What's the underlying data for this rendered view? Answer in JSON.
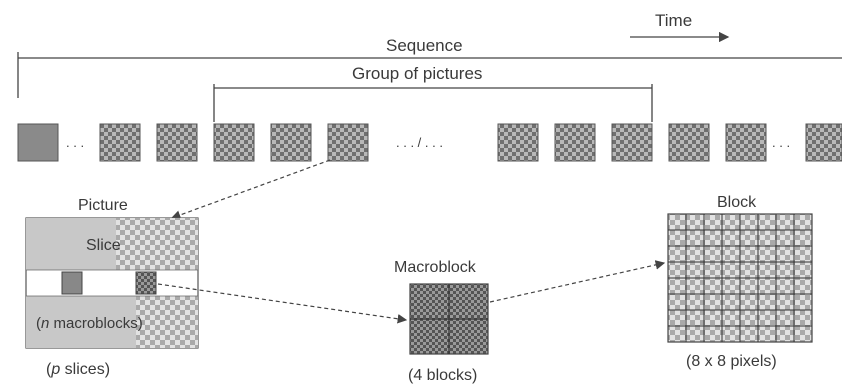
{
  "labels": {
    "time": "Time",
    "sequence": "Sequence",
    "group_of_pictures": "Group of pictures",
    "picture": "Picture",
    "slice": "Slice",
    "n_macroblocks_prefix": "(",
    "n_macroblocks_italic": "n",
    "n_macroblocks_suffix": " macroblocks)",
    "p_slices_prefix": "(",
    "p_slices_italic": "p",
    "p_slices_suffix": " slices)",
    "macroblock": "Macroblock",
    "four_blocks": "(4 blocks)",
    "block": "Block",
    "eight_by_eight": "(8 x 8 pixels)",
    "ellipsis_left": ". . .",
    "ellipsis_mid": ". . . / . . .",
    "ellipsis_right": ". . ."
  },
  "colors": {
    "frame_fill": "#8a8a8a",
    "frame_dark": "#555555",
    "line": "#444444",
    "slice_fill": "#c8c8c8"
  }
}
